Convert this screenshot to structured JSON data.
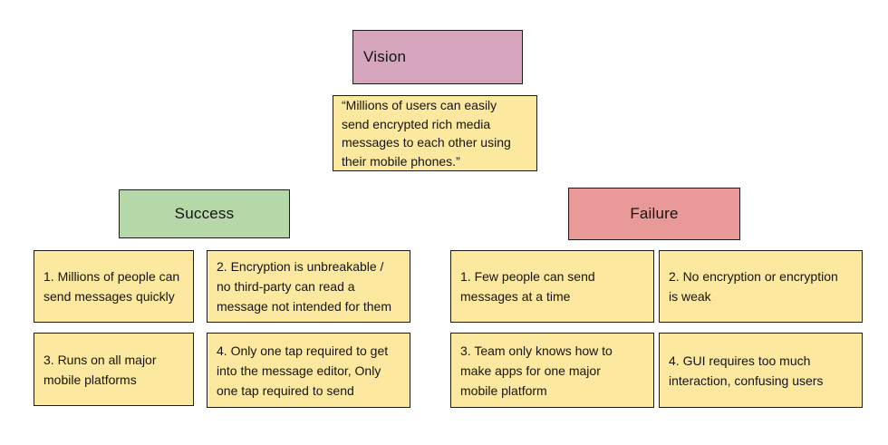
{
  "page": {
    "background": "#ffffff",
    "border_color": "#1b1b1b",
    "text_color": "#141414"
  },
  "vision": {
    "title": "Vision",
    "fill": "#d5a6bd",
    "statement": "“Millions of users can easily\nsend encrypted rich media\nmessages to each other using\ntheir mobile phones.”",
    "statement_fill": "#fde8a0"
  },
  "success": {
    "title": "Success",
    "fill": "#b6d7a8",
    "criteria": [
      "1. Millions of people can\nsend messages quickly",
      "2. Encryption is unbreakable /\nno third-party can read a\nmessage not intended for them",
      "3. Runs on all major\nmobile platforms",
      "4. Only one tap required to get\ninto the message editor, Only\none tap required to send"
    ],
    "criteria_fill": "#fde8a0"
  },
  "failure": {
    "title": "Failure",
    "fill": "#ea9999",
    "criteria": [
      "1. Few people can send\nmessages at a time",
      "2. No encryption or encryption\nis weak",
      "3. Team only knows how to\nmake apps for one major\nmobile platform",
      "4. GUI requires too much\ninteraction, confusing users"
    ],
    "criteria_fill": "#fde8a0"
  }
}
